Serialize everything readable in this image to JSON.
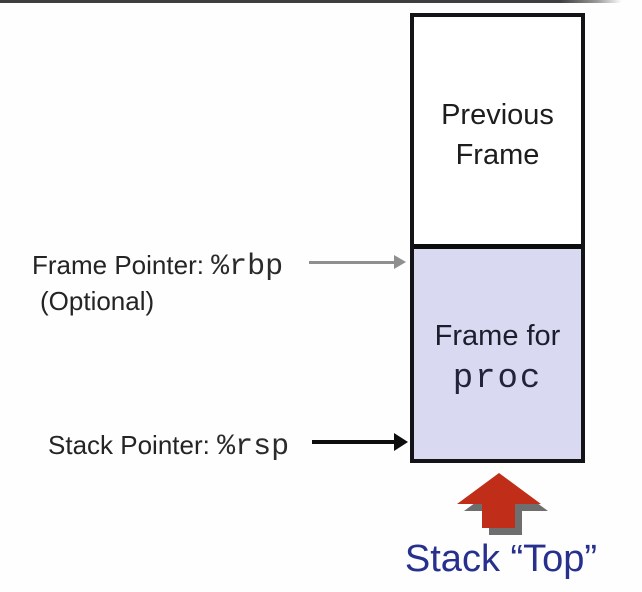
{
  "stack_box": {
    "previous_frame": {
      "line1": "Previous",
      "line2": "Frame"
    },
    "frame_for": {
      "line1": "Frame for",
      "line2": "proc"
    }
  },
  "pointers": {
    "frame_pointer": {
      "label": "Frame Pointer: ",
      "register": "%rbp",
      "note": "(Optional)"
    },
    "stack_pointer": {
      "label": "Stack Pointer: ",
      "register": "%rsp"
    }
  },
  "stack_top": {
    "label": "Stack “Top”"
  },
  "colors": {
    "frame_fill": "#d9daf1",
    "previous_frame_fill": "#ffffff",
    "box_border": "#141418",
    "gray_arrow": "#8f8f8f",
    "black_arrow": "#0d0d0d",
    "red_arrow": "#c02d18",
    "arrow_shadow": "#6e6e6e",
    "stack_top_text": "#28308e",
    "label_text": "#242424"
  },
  "icons": {
    "frame_pointer_arrow": "right-arrow-gray",
    "stack_pointer_arrow": "right-arrow-black",
    "stack_top_arrow": "block-up-arrow-red"
  }
}
